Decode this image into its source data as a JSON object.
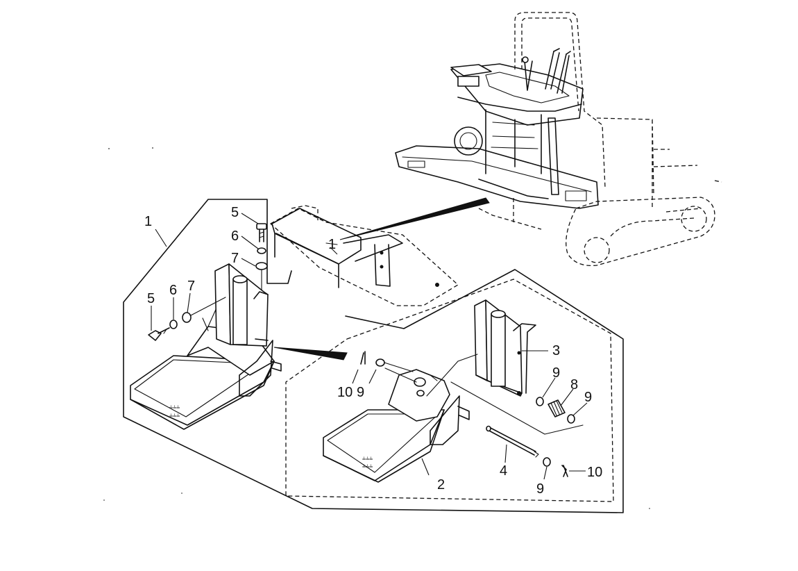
{
  "diagram": {
    "callouts": {
      "c1_main": "1",
      "c1_frame": "1",
      "c5_top": "5",
      "c6_top": "6",
      "c7_top": "7",
      "c5_left": "5",
      "c6_left": "6",
      "c7_left": "7",
      "c3": "3",
      "c9_a": "9",
      "c8": "8",
      "c9_b": "9",
      "c10_a": "10",
      "c9_c": "9",
      "c4": "4",
      "c2": "2",
      "c9_d": "9",
      "c10_b": "10"
    }
  }
}
